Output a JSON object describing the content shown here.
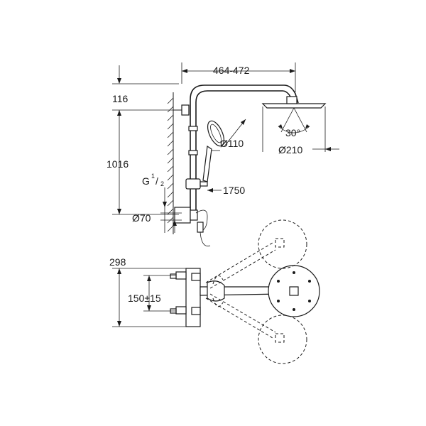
{
  "dimensions": {
    "top_width": "464-472",
    "height_116": "116",
    "height_1016": "1016",
    "thread": "G",
    "thread_sup": "1",
    "thread_sub": "2",
    "diameter_70": "Ø70",
    "height_1750": "1750",
    "diameter_110": "Ø110",
    "diameter_210": "Ø210",
    "angle": "30°",
    "height_298": "298",
    "spacing": "150±15"
  }
}
